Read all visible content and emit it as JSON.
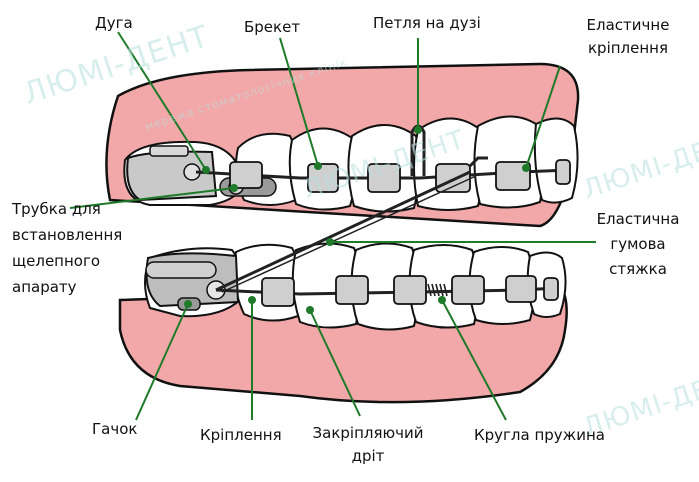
{
  "labels": {
    "arch": "Дуга",
    "bracket": "Брекет",
    "loop_1": "Петля на",
    "loop_2": "дузі",
    "elastic_ligature_1": "Еластичне",
    "elastic_ligature_2": "кріплення",
    "tube_1": "Трубка для",
    "tube_2": "встановлення",
    "tube_3": "щелепного",
    "tube_4": "апарату",
    "elastic_chain_1": "Еластична",
    "elastic_chain_2": "гумова",
    "elastic_chain_3": "стяжка",
    "hook": "Гачок",
    "ligature": "Кріплення",
    "lock_wire_1": "Закріпляючий",
    "lock_wire_2": "дріт",
    "coil_spring": "Кругла пружина"
  },
  "watermark": {
    "brand": "ЛЮМІ-ДЕНТ",
    "tagline": "мережа стоматологічних клінік"
  },
  "colors": {
    "gum": "#f2a8a8",
    "gum_outline": "#111111",
    "leader_line": "#1f7a2a",
    "watermark": "#b9e1df",
    "metal_dark": "#555555",
    "metal_light": "#d8d8d8"
  }
}
